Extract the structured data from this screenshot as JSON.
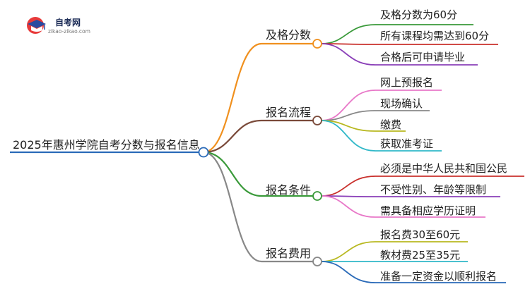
{
  "brand": {
    "name": "自考网",
    "url": "zikao-zikao.com"
  },
  "mindmap": {
    "root": "2025年惠州学院自考分数与报名信息",
    "branches": [
      {
        "label": "及格分数",
        "color": "#f0901e",
        "leaves": [
          {
            "label": "及格分数为60分",
            "color": "#3a9a3a"
          },
          {
            "label": "所有课程均需达到60分",
            "color": "#c9302c"
          },
          {
            "label": "合格后可申请毕业",
            "color": "#8a3fb8"
          }
        ]
      },
      {
        "label": "报名流程",
        "color": "#7a4a3a",
        "leaves": [
          {
            "label": "网上预报名",
            "color": "#e878c8"
          },
          {
            "label": "现场确认",
            "color": "#888888"
          },
          {
            "label": "缴费",
            "color": "#b8b820"
          },
          {
            "label": "获取准考证",
            "color": "#30b8c8"
          }
        ]
      },
      {
        "label": "报名条件",
        "color": "#3a9a3a",
        "leaves": [
          {
            "label": "必须是中华人民共和国公民",
            "color": "#c9302c"
          },
          {
            "label": "不受性别、年龄等限制",
            "color": "#8a3fb8"
          },
          {
            "label": "需具备相应学历证明",
            "color": "#e878c8"
          }
        ]
      },
      {
        "label": "报名费用",
        "color": "#888888",
        "leaves": [
          {
            "label": "报名费30至60元",
            "color": "#b8b820"
          },
          {
            "label": "教材费25至35元",
            "color": "#30b8c8"
          },
          {
            "label": "准备一定资金以顺利报名",
            "color": "#2a6ab8"
          }
        ]
      }
    ],
    "root_color": "#2a6ab8"
  }
}
